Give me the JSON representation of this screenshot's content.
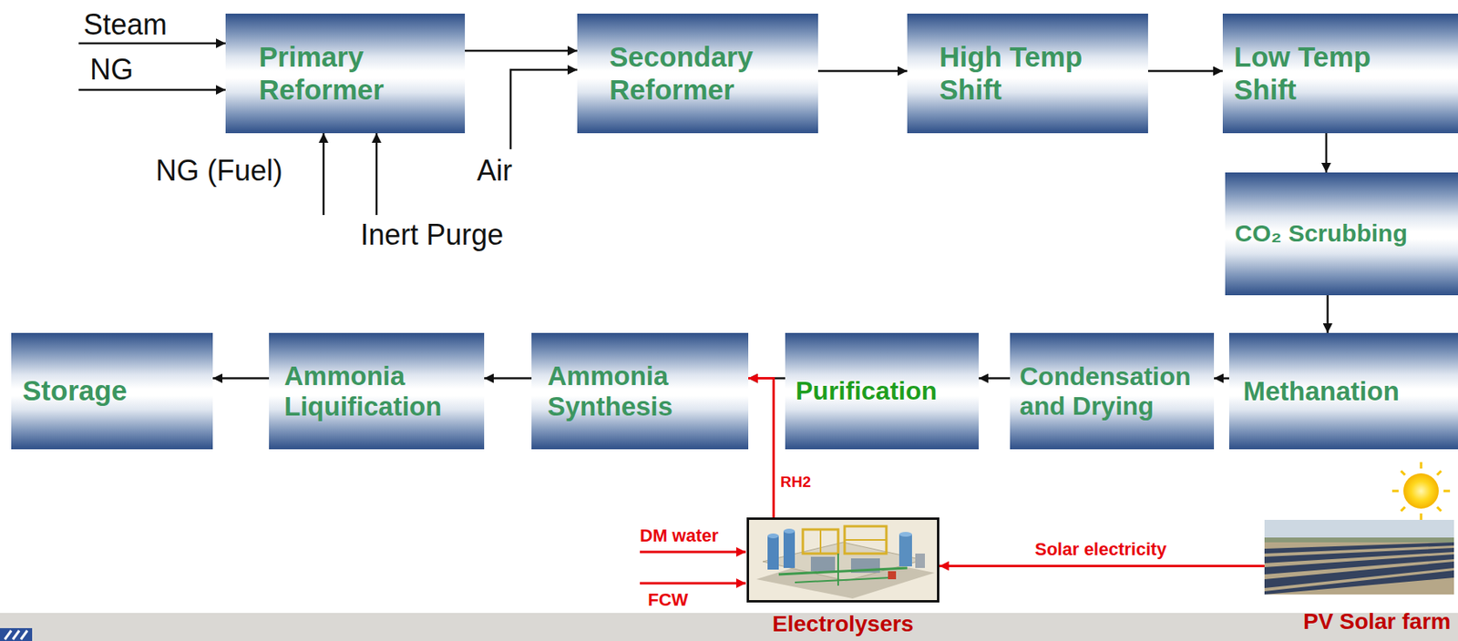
{
  "diagram": {
    "nodes": [
      {
        "text": [
          "Primary Reformer"
        ]
      },
      {
        "text": [
          "Secondary Reformer"
        ]
      },
      {
        "text": [
          "High Temp Shift"
        ]
      },
      {
        "text": [
          "Low Temp Shift"
        ]
      },
      {
        "text": [
          "CO₂ Scrubbing"
        ]
      },
      {
        "text": [
          "Storage"
        ]
      },
      {
        "text": [
          "Ammonia Liquification"
        ]
      },
      {
        "text": [
          "Ammonia Synthesis"
        ]
      },
      {
        "text": [
          "Purification"
        ]
      },
      {
        "text": [
          "Condensation and Drying"
        ]
      },
      {
        "text": [
          "Methanation"
        ]
      },
      {
        "text": [
          "Electrolysers"
        ]
      },
      {
        "text": [
          "PV Solar farm"
        ]
      }
    ],
    "edges": [
      {
        "from": 0,
        "to": 1,
        "arrow": "to"
      },
      {
        "from": 1,
        "to": 2,
        "arrow": "to"
      },
      {
        "from": 2,
        "to": 3,
        "arrow": "to"
      },
      {
        "from": 3,
        "to": 4,
        "arrow": "to"
      },
      {
        "from": 4,
        "to": 10,
        "arrow": "to"
      },
      {
        "from": 10,
        "to": 9,
        "arrow": "to"
      },
      {
        "from": 9,
        "to": 8,
        "arrow": "to"
      },
      {
        "from": 8,
        "to": 7,
        "arrow": "to"
      },
      {
        "from": 7,
        "to": 6,
        "arrow": "to"
      },
      {
        "from": 6,
        "to": 5,
        "arrow": "to"
      },
      {
        "from": 12,
        "to": 11,
        "label": "Solar electricity",
        "arrow": "to"
      },
      {
        "from": 11,
        "to": 7,
        "label": "RH2",
        "arrow": "to"
      }
    ],
    "labels": [
      "Steam",
      "NG",
      "NG (Fuel)",
      "Inert Purge",
      "Air",
      "DM water",
      "FCW"
    ]
  }
}
